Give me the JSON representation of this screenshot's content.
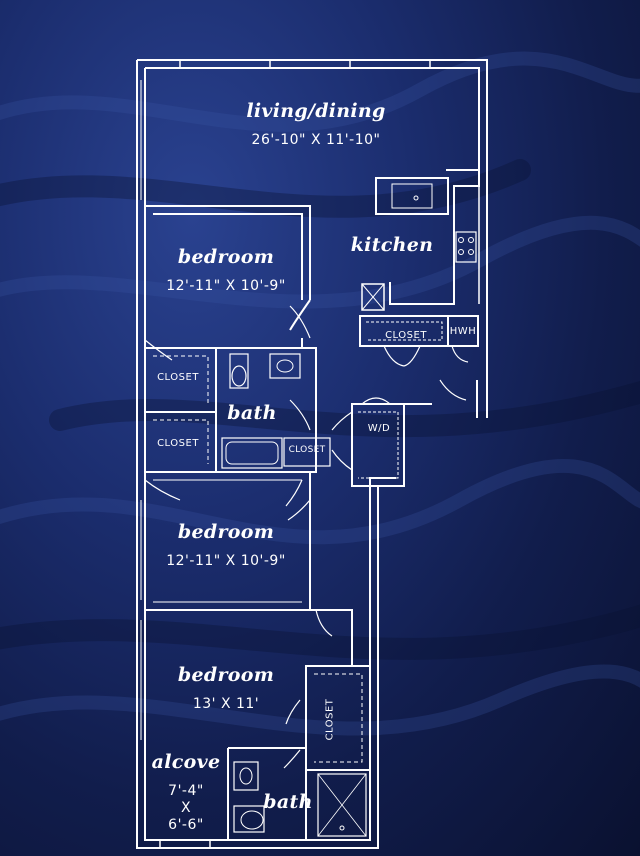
{
  "rooms": {
    "living_dining": {
      "name": "living/dining",
      "dims": "26'-10\" X 11'-10\""
    },
    "kitchen": {
      "name": "kitchen"
    },
    "bedroom_1": {
      "name": "bedroom",
      "dims": "12'-11\" X 10'-9\""
    },
    "bath_1": {
      "name": "bath"
    },
    "bedroom_2": {
      "name": "bedroom",
      "dims": "12'-11\" X 10'-9\""
    },
    "bedroom_3": {
      "name": "bedroom",
      "dims": "13' X 11'"
    },
    "alcove": {
      "name": "alcove",
      "dims_line1": "7'-4\"",
      "dims_line2": "X",
      "dims_line3": "6'-6\""
    },
    "bath_2": {
      "name": "bath"
    }
  },
  "labels": {
    "closet": "CLOSET",
    "hwh": "HWH",
    "wd": "W/D"
  },
  "colors": {
    "background": "#1b2d6e",
    "lines": "#ffffff"
  }
}
